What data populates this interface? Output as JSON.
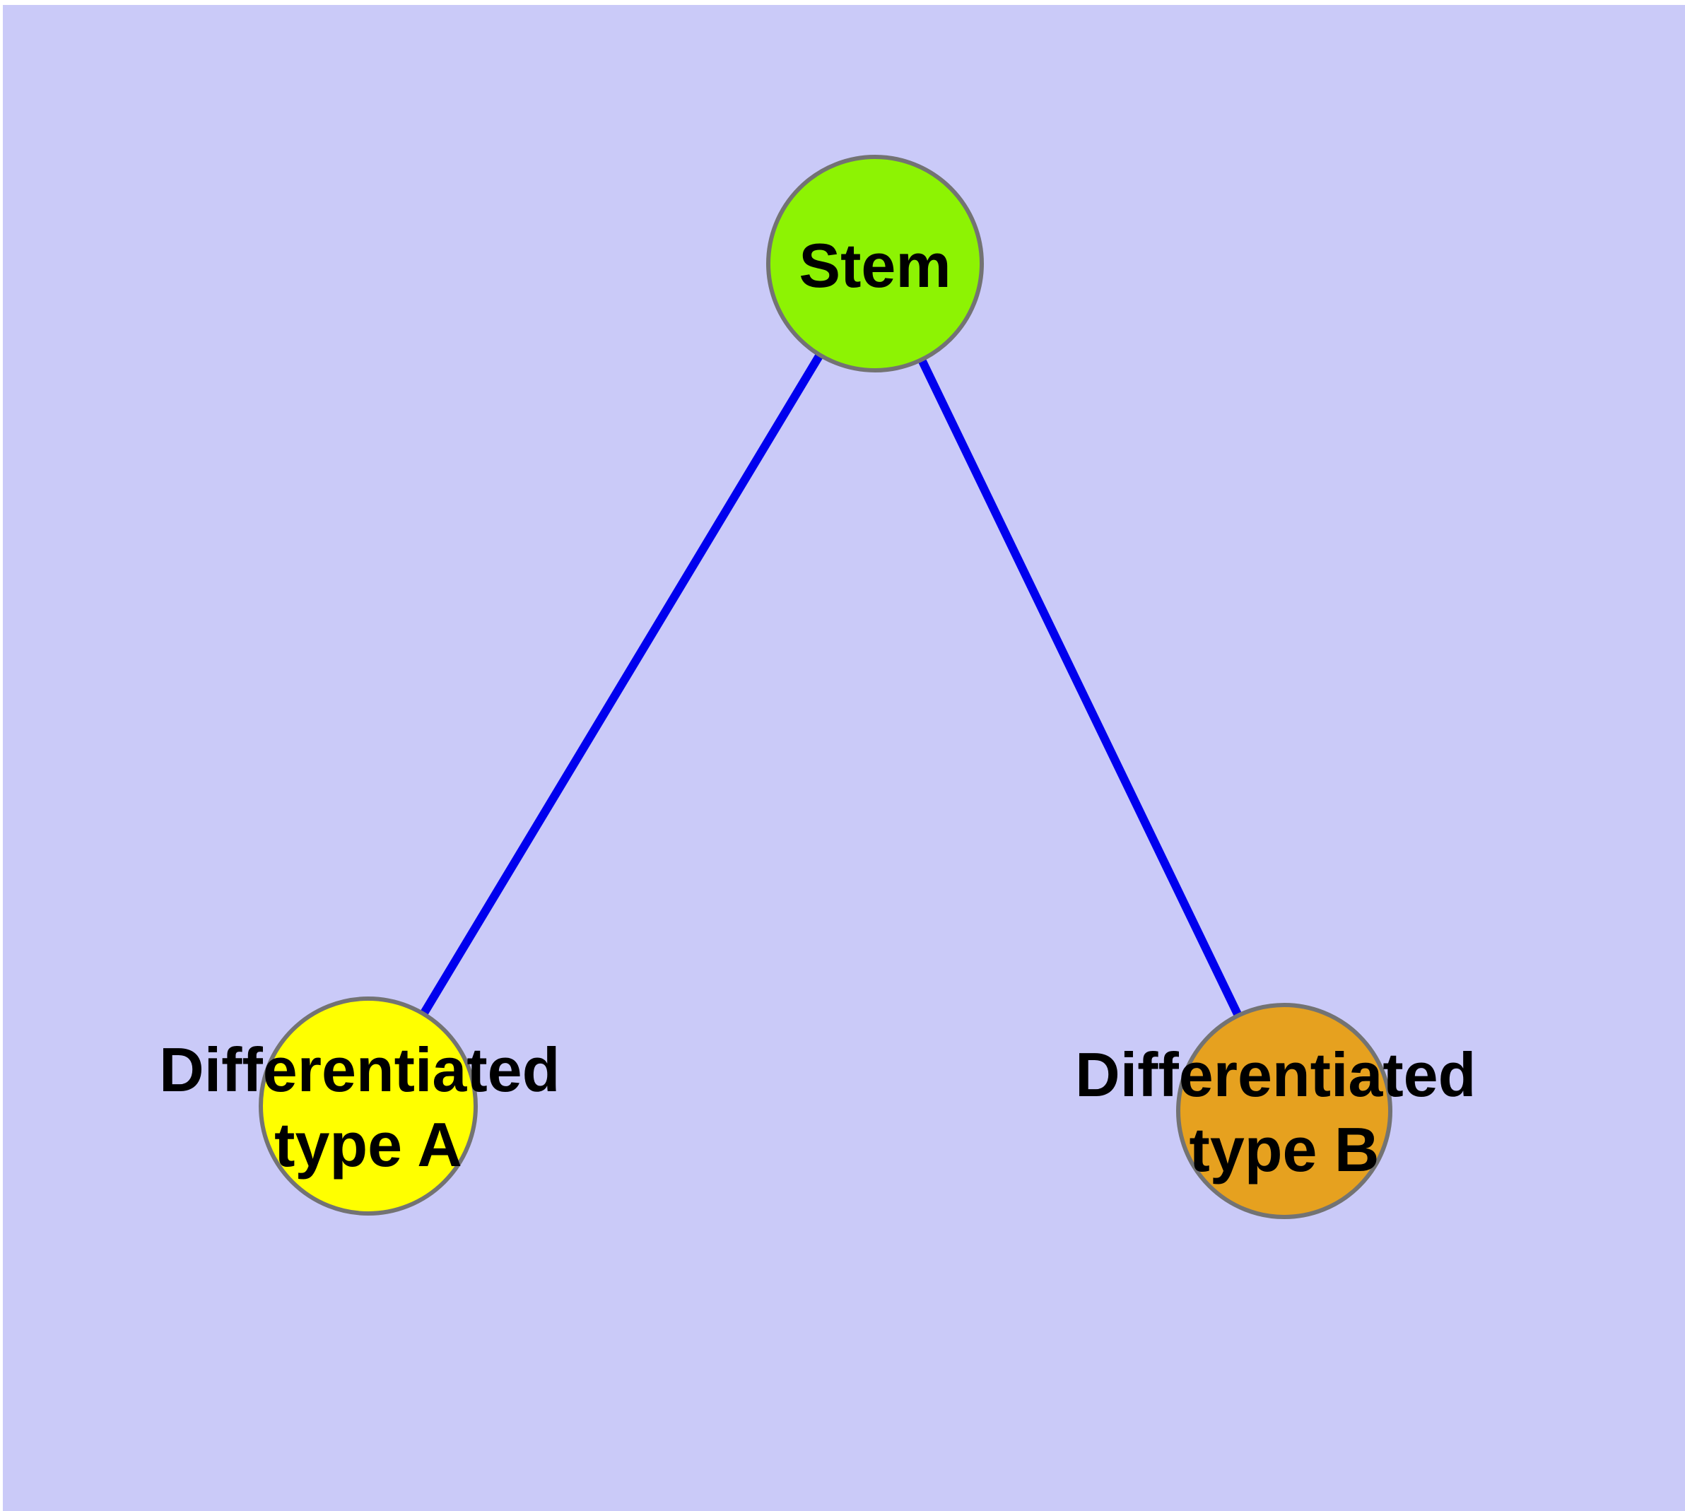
{
  "canvas": {
    "background": "#CACAF8",
    "margin_color": "#FFFFFF"
  },
  "graph": {
    "type": "node-link-diagram",
    "text_color": "#000000",
    "node_border_color": "#737373",
    "nodes": [
      {
        "id": "stem",
        "label": "Stem",
        "label_lines": [
          "Stem"
        ],
        "color": "#8DF303"
      },
      {
        "id": "typeA",
        "label": "Differentiated type A",
        "label_lines": [
          "Differentiated",
          "type A"
        ],
        "color": "#FFFF00"
      },
      {
        "id": "typeB",
        "label": "Differentiated type B",
        "label_lines": [
          "Differentiated",
          "type B"
        ],
        "color": "#E6A11F"
      }
    ],
    "edges": [
      {
        "from": "stem",
        "to": "typeA",
        "color": "#0000EE"
      },
      {
        "from": "stem",
        "to": "typeB",
        "color": "#0000EE"
      }
    ]
  }
}
